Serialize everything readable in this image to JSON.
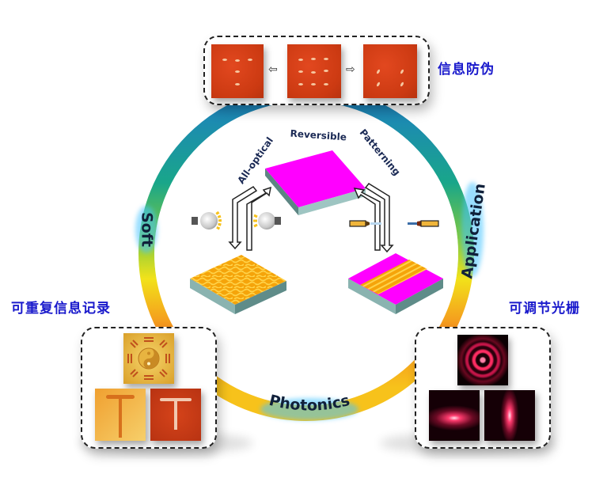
{
  "labels": {
    "anti_counterfeit": "信息防伪",
    "rewritable_recording": "可重复信息记录",
    "tunable_grating": "可调节光栅"
  },
  "ring": {
    "segments": [
      "Soft",
      "Photonics",
      "Application"
    ],
    "colors": {
      "top": "#1e7fc2",
      "upper_side": "#19a68a",
      "mid_side": "#7dc940",
      "lower_side": "#f2e21a",
      "bottom_side": "#f58a1f",
      "bottom": "#f7c21b"
    }
  },
  "center": {
    "arc_words": [
      "All-optical",
      "Reversible",
      "Patterning"
    ]
  },
  "panels": {
    "top": {
      "photos": [
        "left-pattern",
        "middle-pattern",
        "right-pattern"
      ],
      "arrows": [
        "left-arrow",
        "right-arrow"
      ]
    },
    "bottom_left": {
      "photos": [
        "taiji-bagua",
        "orange-T",
        "red-T"
      ]
    },
    "bottom_right": {
      "photos": [
        "ring-diffraction",
        "horizontal-diffraction",
        "vertical-diffraction"
      ]
    }
  },
  "colors": {
    "magenta": "#ff00ff",
    "orange_film": "#f5a40a",
    "substrate": "#8ab3b0",
    "text_navy": "#1b2a55",
    "label_blue": "#1a1acc"
  }
}
